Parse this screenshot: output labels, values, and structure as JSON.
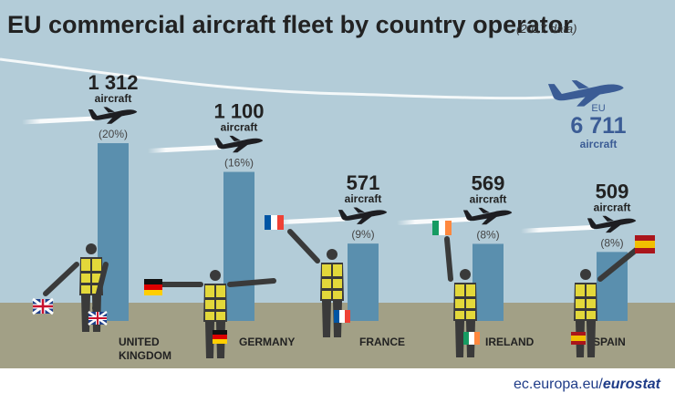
{
  "header": {
    "title": "EU commercial aircraft fleet by country operator",
    "subtitle": "(2017 data)"
  },
  "chart_data": {
    "type": "bar",
    "title": "EU commercial aircraft fleet by country operator",
    "subtitle": "(2017 data)",
    "unit_label": "aircraft",
    "categories": [
      "UNITED KINGDOM",
      "GERMANY",
      "FRANCE",
      "IRELAND",
      "SPAIN"
    ],
    "values": [
      1312,
      1100,
      571,
      569,
      509
    ],
    "value_labels": [
      "1 312",
      "1 100",
      "571",
      "569",
      "509"
    ],
    "shares": [
      "(20%)",
      "(16%)",
      "(9%)",
      "(8%)",
      "(8%)"
    ],
    "total": {
      "label": "EU",
      "value": 6711,
      "value_label": "6 711",
      "unit_label": "aircraft"
    },
    "grid": false,
    "legend": "none"
  },
  "footer": {
    "source_plain": "ec.europa.eu/",
    "source_bold": "eurostat"
  },
  "colors": {
    "sky": "#b3ccd8",
    "ground": "#a2a086",
    "bar": "#5a8fae",
    "plane": "#1e1e22",
    "eu_plane": "#3b5c95",
    "text": "#222222",
    "share_text": "#444444",
    "vest": "#e3d83a",
    "person": "#3a3a3a"
  }
}
